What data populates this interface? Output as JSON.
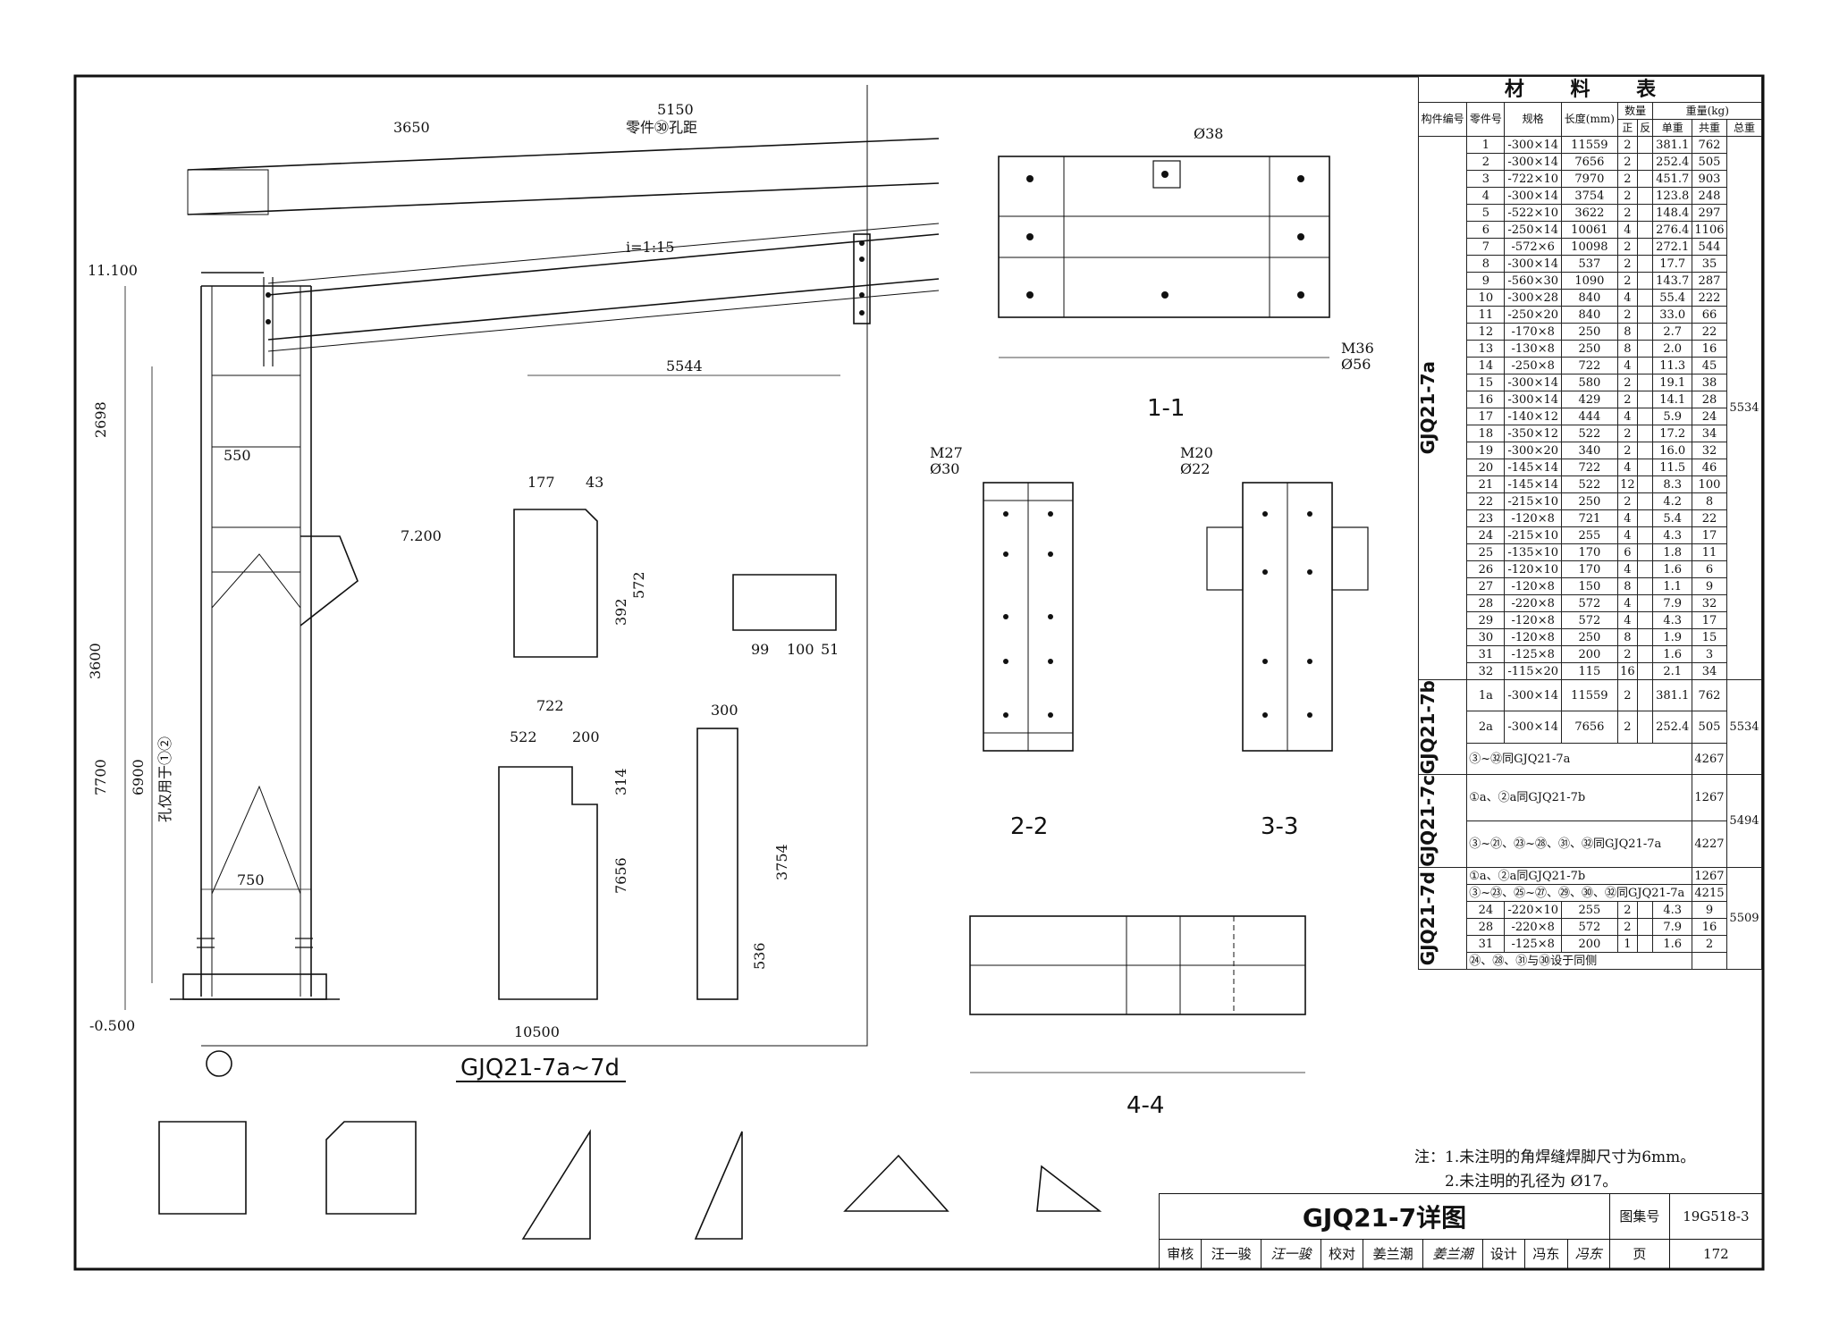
{
  "material_table": {
    "title": "材 料 表",
    "headers": {
      "member_no": "构件编号",
      "part_no": "零件号",
      "spec": "规格",
      "length": "长度(mm)",
      "qty": "数量",
      "qty_pos": "正",
      "qty_neg": "反",
      "weight": "重量(kg)",
      "unit_w": "单重",
      "total_w": "共重",
      "sum_w": "总重"
    },
    "groups": [
      {
        "name": "GJQ21-7a",
        "total": "5534",
        "rows": [
          {
            "no": "1",
            "spec": "-300×14",
            "len": "11559",
            "pos": "2",
            "neg": "",
            "unit": "381.1",
            "tot": "762"
          },
          {
            "no": "2",
            "spec": "-300×14",
            "len": "7656",
            "pos": "2",
            "neg": "",
            "unit": "252.4",
            "tot": "505"
          },
          {
            "no": "3",
            "spec": "-722×10",
            "len": "7970",
            "pos": "2",
            "neg": "",
            "unit": "451.7",
            "tot": "903"
          },
          {
            "no": "4",
            "spec": "-300×14",
            "len": "3754",
            "pos": "2",
            "neg": "",
            "unit": "123.8",
            "tot": "248"
          },
          {
            "no": "5",
            "spec": "-522×10",
            "len": "3622",
            "pos": "2",
            "neg": "",
            "unit": "148.4",
            "tot": "297"
          },
          {
            "no": "6",
            "spec": "-250×14",
            "len": "10061",
            "pos": "4",
            "neg": "",
            "unit": "276.4",
            "tot": "1106"
          },
          {
            "no": "7",
            "spec": "-572×6",
            "len": "10098",
            "pos": "2",
            "neg": "",
            "unit": "272.1",
            "tot": "544"
          },
          {
            "no": "8",
            "spec": "-300×14",
            "len": "537",
            "pos": "2",
            "neg": "",
            "unit": "17.7",
            "tot": "35"
          },
          {
            "no": "9",
            "spec": "-560×30",
            "len": "1090",
            "pos": "2",
            "neg": "",
            "unit": "143.7",
            "tot": "287"
          },
          {
            "no": "10",
            "spec": "-300×28",
            "len": "840",
            "pos": "4",
            "neg": "",
            "unit": "55.4",
            "tot": "222"
          },
          {
            "no": "11",
            "spec": "-250×20",
            "len": "840",
            "pos": "2",
            "neg": "",
            "unit": "33.0",
            "tot": "66"
          },
          {
            "no": "12",
            "spec": "-170×8",
            "len": "250",
            "pos": "8",
            "neg": "",
            "unit": "2.7",
            "tot": "22"
          },
          {
            "no": "13",
            "spec": "-130×8",
            "len": "250",
            "pos": "8",
            "neg": "",
            "unit": "2.0",
            "tot": "16"
          },
          {
            "no": "14",
            "spec": "-250×8",
            "len": "722",
            "pos": "4",
            "neg": "",
            "unit": "11.3",
            "tot": "45"
          },
          {
            "no": "15",
            "spec": "-300×14",
            "len": "580",
            "pos": "2",
            "neg": "",
            "unit": "19.1",
            "tot": "38"
          },
          {
            "no": "16",
            "spec": "-300×14",
            "len": "429",
            "pos": "2",
            "neg": "",
            "unit": "14.1",
            "tot": "28"
          },
          {
            "no": "17",
            "spec": "-140×12",
            "len": "444",
            "pos": "4",
            "neg": "",
            "unit": "5.9",
            "tot": "24"
          },
          {
            "no": "18",
            "spec": "-350×12",
            "len": "522",
            "pos": "2",
            "neg": "",
            "unit": "17.2",
            "tot": "34"
          },
          {
            "no": "19",
            "spec": "-300×20",
            "len": "340",
            "pos": "2",
            "neg": "",
            "unit": "16.0",
            "tot": "32"
          },
          {
            "no": "20",
            "spec": "-145×14",
            "len": "722",
            "pos": "4",
            "neg": "",
            "unit": "11.5",
            "tot": "46"
          },
          {
            "no": "21",
            "spec": "-145×14",
            "len": "522",
            "pos": "12",
            "neg": "",
            "unit": "8.3",
            "tot": "100"
          },
          {
            "no": "22",
            "spec": "-215×10",
            "len": "250",
            "pos": "2",
            "neg": "",
            "unit": "4.2",
            "tot": "8"
          },
          {
            "no": "23",
            "spec": "-120×8",
            "len": "721",
            "pos": "4",
            "neg": "",
            "unit": "5.4",
            "tot": "22"
          },
          {
            "no": "24",
            "spec": "-215×10",
            "len": "255",
            "pos": "4",
            "neg": "",
            "unit": "4.3",
            "tot": "17"
          },
          {
            "no": "25",
            "spec": "-135×10",
            "len": "170",
            "pos": "6",
            "neg": "",
            "unit": "1.8",
            "tot": "11"
          },
          {
            "no": "26",
            "spec": "-120×10",
            "len": "170",
            "pos": "4",
            "neg": "",
            "unit": "1.6",
            "tot": "6"
          },
          {
            "no": "27",
            "spec": "-120×8",
            "len": "150",
            "pos": "8",
            "neg": "",
            "unit": "1.1",
            "tot": "9"
          },
          {
            "no": "28",
            "spec": "-220×8",
            "len": "572",
            "pos": "4",
            "neg": "",
            "unit": "7.9",
            "tot": "32"
          },
          {
            "no": "29",
            "spec": "-120×8",
            "len": "572",
            "pos": "4",
            "neg": "",
            "unit": "4.3",
            "tot": "17"
          },
          {
            "no": "30",
            "spec": "-120×8",
            "len": "250",
            "pos": "8",
            "neg": "",
            "unit": "1.9",
            "tot": "15"
          },
          {
            "no": "31",
            "spec": "-125×8",
            "len": "200",
            "pos": "2",
            "neg": "",
            "unit": "1.6",
            "tot": "3"
          },
          {
            "no": "32",
            "spec": "-115×20",
            "len": "115",
            "pos": "16",
            "neg": "",
            "unit": "2.1",
            "tot": "34"
          }
        ]
      },
      {
        "name": "GJQ21-7b",
        "total": "5534",
        "rows": [
          {
            "no": "1a",
            "spec": "-300×14",
            "len": "11559",
            "pos": "2",
            "neg": "",
            "unit": "381.1",
            "tot": "762"
          },
          {
            "no": "2a",
            "spec": "-300×14",
            "len": "7656",
            "pos": "2",
            "neg": "",
            "unit": "252.4",
            "tot": "505"
          }
        ],
        "notes": [
          {
            "text": "③~㉜同GJQ21-7a",
            "tot": "4267"
          }
        ]
      },
      {
        "name": "GJQ21-7c",
        "total": "5494",
        "rows": [],
        "notes": [
          {
            "text": "①a、②a同GJQ21-7b",
            "tot": "1267"
          },
          {
            "text": "③~㉑、㉓~㉘、㉛、㉜同GJQ21-7a",
            "tot": "4227"
          }
        ]
      },
      {
        "name": "GJQ21-7d",
        "total": "5509",
        "rows": [
          {
            "no": "24",
            "spec": "-220×10",
            "len": "255",
            "pos": "2",
            "neg": "",
            "unit": "4.3",
            "tot": "9"
          },
          {
            "no": "28",
            "spec": "-220×8",
            "len": "572",
            "pos": "2",
            "neg": "",
            "unit": "7.9",
            "tot": "16"
          },
          {
            "no": "31",
            "spec": "-125×8",
            "len": "200",
            "pos": "1",
            "neg": "",
            "unit": "1.6",
            "tot": "2"
          }
        ],
        "notes_before": [
          {
            "text": "①a、②a同GJQ21-7b",
            "tot": "1267"
          },
          {
            "text": "③~㉓、㉕~㉗、㉙、㉚、㉜同GJQ21-7a",
            "tot": "4215"
          }
        ],
        "notes": [
          {
            "text": "㉔、㉘、㉛与㉚设于同侧",
            "tot": ""
          }
        ]
      }
    ]
  },
  "notes": [
    "注：1.未注明的角焊缝焊脚尺寸为6mm。",
    "2.未注明的孔径为 Ø17。"
  ],
  "title_block": {
    "title": "GJQ21-7详图",
    "atlas_label": "图集号",
    "atlas_no": "19G518-3",
    "review_label": "审核",
    "reviewer": "汪一骏",
    "reviewer_sig": "汪一骏",
    "check_label": "校对",
    "checker": "姜兰潮",
    "checker_sig": "姜兰潮",
    "design_label": "设计",
    "designer": "冯东",
    "designer_sig": "冯东",
    "page_label": "页",
    "page_no": "172"
  },
  "drawing_labels": {
    "main_view_title": "GJQ21-7a~7d",
    "section_1": "1-1",
    "section_2": "2-2",
    "section_3": "3-3",
    "section_4": "4-4",
    "elev_top": "11.100",
    "elev_mid": "7.200",
    "elev_base": "-0.500",
    "slope": "i=1:15",
    "hole_note": "孔仅用于①②",
    "part30_note": "零件㉚孔距",
    "dim_span": "10500",
    "dim_5150": "5150",
    "dim_3650": "3650",
    "dim_5544": "5544",
    "dim_7700": "7700",
    "dim_6900": "6900",
    "dim_3600": "3600",
    "dim_2698": "2698",
    "dim_750": "750",
    "dim_550": "550",
    "bolt_m36": "M36",
    "bolt_m36_hole": "Ø56",
    "bolt_m27": "M27",
    "bolt_m27_hole": "Ø30",
    "bolt_m20": "M20",
    "bolt_m20_hole": "Ø22",
    "hole_38": "Ø38",
    "plate3_w": "722",
    "plate3_h": "7656",
    "plate3_a": "522",
    "plate3_b": "200",
    "plate3_c": "314",
    "plate4_w": "300",
    "plate4_h": "3754",
    "plate4_c": "536",
    "plate28_a": "177",
    "plate28_b": "43",
    "plate28_h": "572",
    "plate28_c": "392",
    "plate30_a": "99",
    "plate30_b": "100",
    "plate30_c": "51"
  }
}
